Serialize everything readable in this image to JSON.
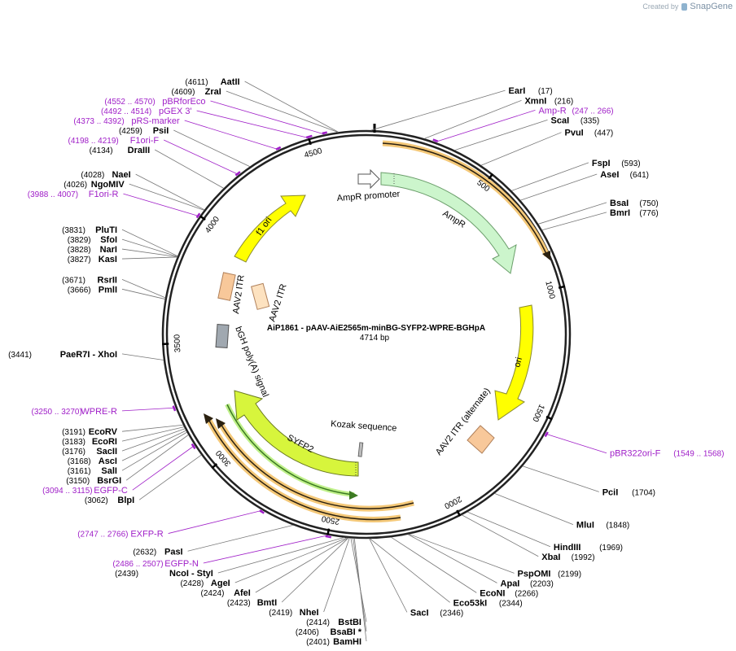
{
  "branding": {
    "created_by": "Created by",
    "app": "SnapGene",
    "logo_icon": "snapgene-logo-icon"
  },
  "plasmid": {
    "name": "AiP1861 - pAAV-AiE2565m-minBG-SYFP2-WPRE-BGHpA",
    "length_label": "4714 bp",
    "length": 4714
  },
  "ticks": [
    {
      "pos": 500,
      "label": "500"
    },
    {
      "pos": 1000,
      "label": "1000"
    },
    {
      "pos": 1500,
      "label": "1500"
    },
    {
      "pos": 2000,
      "label": "2000"
    },
    {
      "pos": 2500,
      "label": "2500"
    },
    {
      "pos": 3000,
      "label": "3000"
    },
    {
      "pos": 3500,
      "label": "3500"
    },
    {
      "pos": 4000,
      "label": "4000"
    },
    {
      "pos": 4500,
      "label": "4500"
    }
  ],
  "sites": [
    {
      "name": "EarI",
      "pos": "(17)",
      "side": "right"
    },
    {
      "name": "AatII",
      "pos": "(4611)",
      "side": "left"
    },
    {
      "name": "ZraI",
      "pos": "(4609)",
      "side": "left"
    },
    {
      "name": "XmnI",
      "pos": "(216)",
      "side": "right"
    },
    {
      "name": "ScaI",
      "pos": "(335)",
      "side": "right"
    },
    {
      "name": "PvuI",
      "pos": "(447)",
      "side": "right"
    },
    {
      "name": "FspI",
      "pos": "(593)",
      "side": "right"
    },
    {
      "name": "AseI",
      "pos": "(641)",
      "side": "right"
    },
    {
      "name": "BsaI",
      "pos": "(750)",
      "side": "right"
    },
    {
      "name": "BmrI",
      "pos": "(776)",
      "side": "right"
    },
    {
      "name": "PsiI",
      "pos": "(4259)",
      "side": "left"
    },
    {
      "name": "DraIII",
      "pos": "(4134)",
      "side": "left"
    },
    {
      "name": "NaeI",
      "pos": "(4028)",
      "side": "left"
    },
    {
      "name": "NgoMIV",
      "pos": "(4026)",
      "side": "left"
    },
    {
      "name": "PluTI",
      "pos": "(3831)",
      "side": "left"
    },
    {
      "name": "SfoI",
      "pos": "(3829)",
      "side": "left"
    },
    {
      "name": "NarI",
      "pos": "(3828)",
      "side": "left"
    },
    {
      "name": "KasI",
      "pos": "(3827)",
      "side": "left"
    },
    {
      "name": "RsrII",
      "pos": "(3671)",
      "side": "left"
    },
    {
      "name": "PmlI",
      "pos": "(3666)",
      "side": "left"
    },
    {
      "name": "PaeR7I   - XhoI",
      "pos": "(3441)",
      "side": "left"
    },
    {
      "name": "EcoRV",
      "pos": "(3191)",
      "side": "left"
    },
    {
      "name": "EcoRI",
      "pos": "(3183)",
      "side": "left"
    },
    {
      "name": "SacII",
      "pos": "(3176)",
      "side": "left"
    },
    {
      "name": "AscI",
      "pos": "(3168)",
      "side": "left"
    },
    {
      "name": "SalI",
      "pos": "(3161)",
      "side": "left"
    },
    {
      "name": "BsrGI",
      "pos": "(3150)",
      "side": "left"
    },
    {
      "name": "BlpI",
      "pos": "(3062)",
      "side": "left"
    },
    {
      "name": "PasI",
      "pos": "(2632)",
      "side": "left"
    },
    {
      "name": "NcoI   - StyI",
      "pos": "(2439)",
      "side": "left"
    },
    {
      "name": "AgeI",
      "pos": "(2428)",
      "side": "left"
    },
    {
      "name": "AfeI",
      "pos": "(2424)",
      "side": "left"
    },
    {
      "name": "BmtI",
      "pos": "(2423)",
      "side": "left"
    },
    {
      "name": "NheI",
      "pos": "(2419)",
      "side": "left"
    },
    {
      "name": "BstBI",
      "pos": "(2414)",
      "side": "left"
    },
    {
      "name": "BsaBI *",
      "pos": "(2406)",
      "side": "left"
    },
    {
      "name": "BamHI",
      "pos": "(2401)",
      "side": "left"
    },
    {
      "name": "SacI",
      "pos": "(2346)",
      "side": "right"
    },
    {
      "name": "Eco53kI",
      "pos": "(2344)",
      "side": "right"
    },
    {
      "name": "EcoNI",
      "pos": "(2266)",
      "side": "right"
    },
    {
      "name": "ApaI",
      "pos": "(2203)",
      "side": "right"
    },
    {
      "name": "PspOMI",
      "pos": "(2199)",
      "side": "right"
    },
    {
      "name": "XbaI",
      "pos": "(1992)",
      "side": "right"
    },
    {
      "name": "HindIII",
      "pos": "(1969)",
      "side": "right"
    },
    {
      "name": "MluI",
      "pos": "(1848)",
      "side": "right"
    },
    {
      "name": "PciI",
      "pos": "(1704)",
      "side": "right"
    }
  ],
  "primers": [
    {
      "name": "pBRforEco",
      "range": "(4552 .. 4570)",
      "side": "left"
    },
    {
      "name": "pGEX 3'",
      "range": "(4492 .. 4514)",
      "side": "left"
    },
    {
      "name": "pRS-marker",
      "range": "(4373 .. 4392)",
      "side": "left"
    },
    {
      "name": "F1ori-F",
      "range": "(4198 .. 4219)",
      "side": "left"
    },
    {
      "name": "F1ori-R",
      "range": "(3988 .. 4007)",
      "side": "left"
    },
    {
      "name": "Amp-R",
      "range": "(247 .. 266)",
      "side": "right"
    },
    {
      "name": "pBR322ori-F",
      "range": "(1549 .. 1568)",
      "side": "right"
    },
    {
      "name": "WPRE-R",
      "range": "(3250 .. 3270)",
      "side": "left"
    },
    {
      "name": "EGFP-C",
      "range": "(3094 .. 3115)",
      "side": "left"
    },
    {
      "name": "EXFP-R",
      "range": "(2747 .. 2766)",
      "side": "left"
    },
    {
      "name": "EGFP-N",
      "range": "(2486 .. 2507)",
      "side": "left"
    }
  ],
  "features": [
    {
      "name": "AmpR promoter",
      "color": "#ffffff"
    },
    {
      "name": "AmpR",
      "color": "#ccf5cc"
    },
    {
      "name": "ori",
      "color": "#ffff00"
    },
    {
      "name": "AAV2 ITR (alternate)",
      "color": "#f8c89a"
    },
    {
      "name": "Kozak sequence",
      "color": "#bbbbbb"
    },
    {
      "name": "SYFP2",
      "color": "#d7f53c"
    },
    {
      "name": "bGH poly(A) signal",
      "color": "#a0a8b0"
    },
    {
      "name": "AAV2 ITR",
      "color": "#f8c89a"
    },
    {
      "name": "AAV2 ITR",
      "color": "#fde2c0"
    },
    {
      "name": "f1 ori",
      "color": "#ffff00"
    }
  ],
  "colors": {
    "backbone": "#222222",
    "primer": "#a020c8",
    "orf_fill": "#f4c878",
    "orf_line": "#2a2010",
    "orf_green": "#6bb33a"
  }
}
